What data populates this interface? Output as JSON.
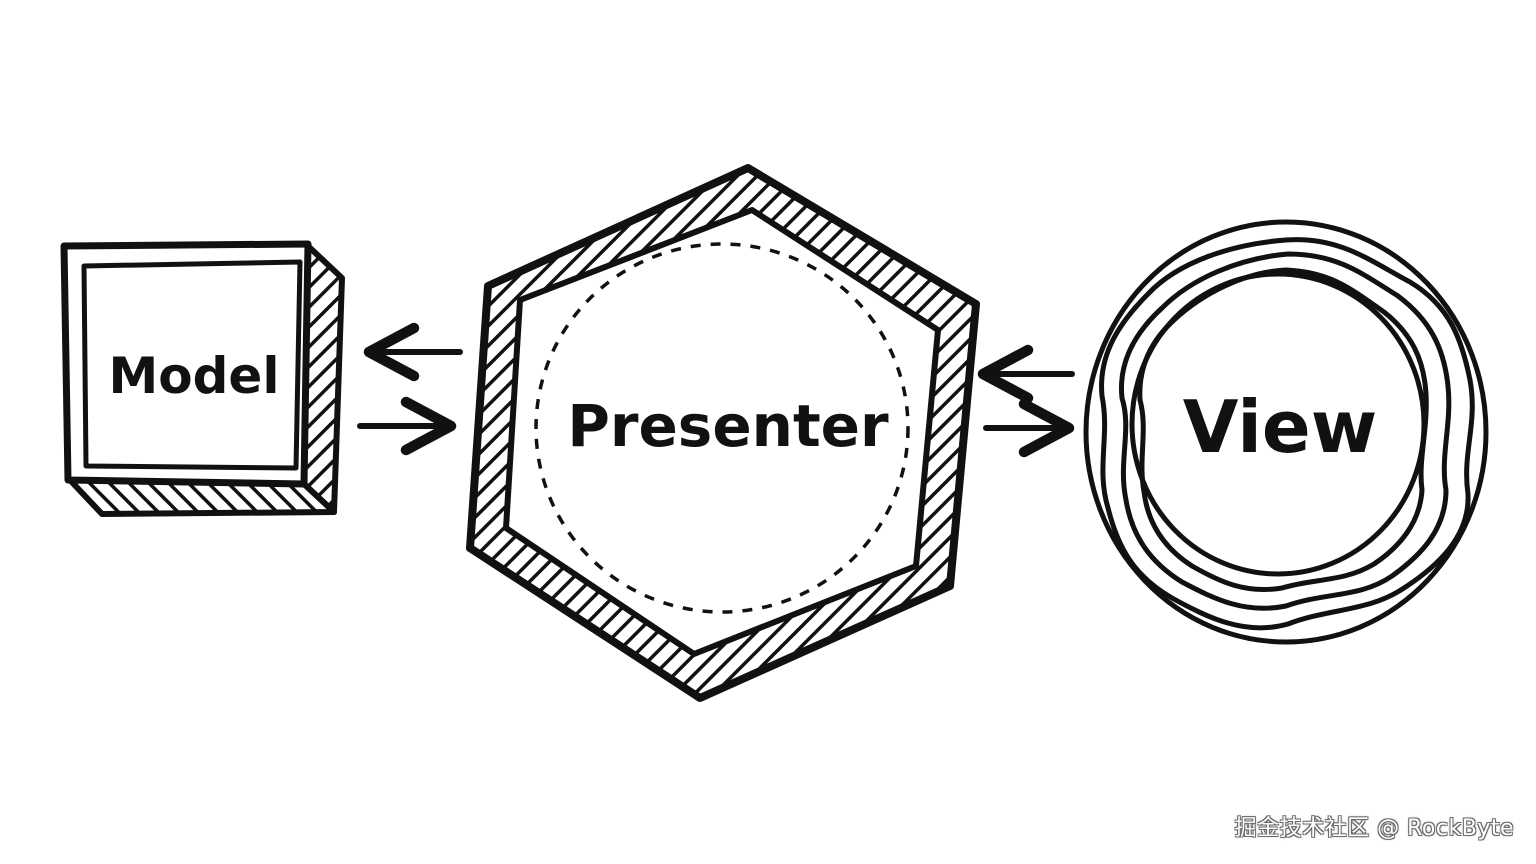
{
  "diagram": {
    "nodes": {
      "model": {
        "label": "Model"
      },
      "presenter": {
        "label": "Presenter"
      },
      "view": {
        "label": "View"
      }
    },
    "ink_color": "#111111",
    "background_color": "#ffffff"
  },
  "watermark": {
    "text": "掘金技术社区 @ RockByte"
  }
}
